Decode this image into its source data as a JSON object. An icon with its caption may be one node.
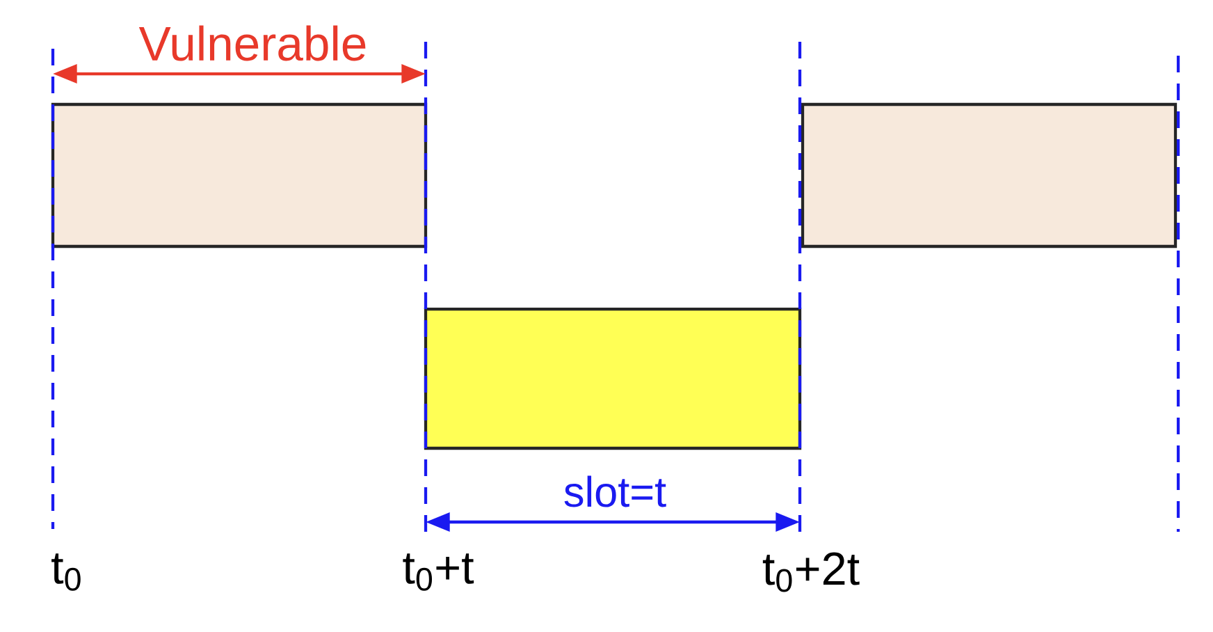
{
  "diagram": {
    "nodes": [
      {
        "text": [],
        "shape": "box"
      },
      {
        "text": [],
        "shape": "box"
      },
      {
        "text": [],
        "shape": "box"
      }
    ],
    "labels": [
      "Vulnerable",
      "slot=t",
      "t$_{0}$",
      "t$_{0}$+t",
      "t$_{0}$+2t"
    ]
  }
}
